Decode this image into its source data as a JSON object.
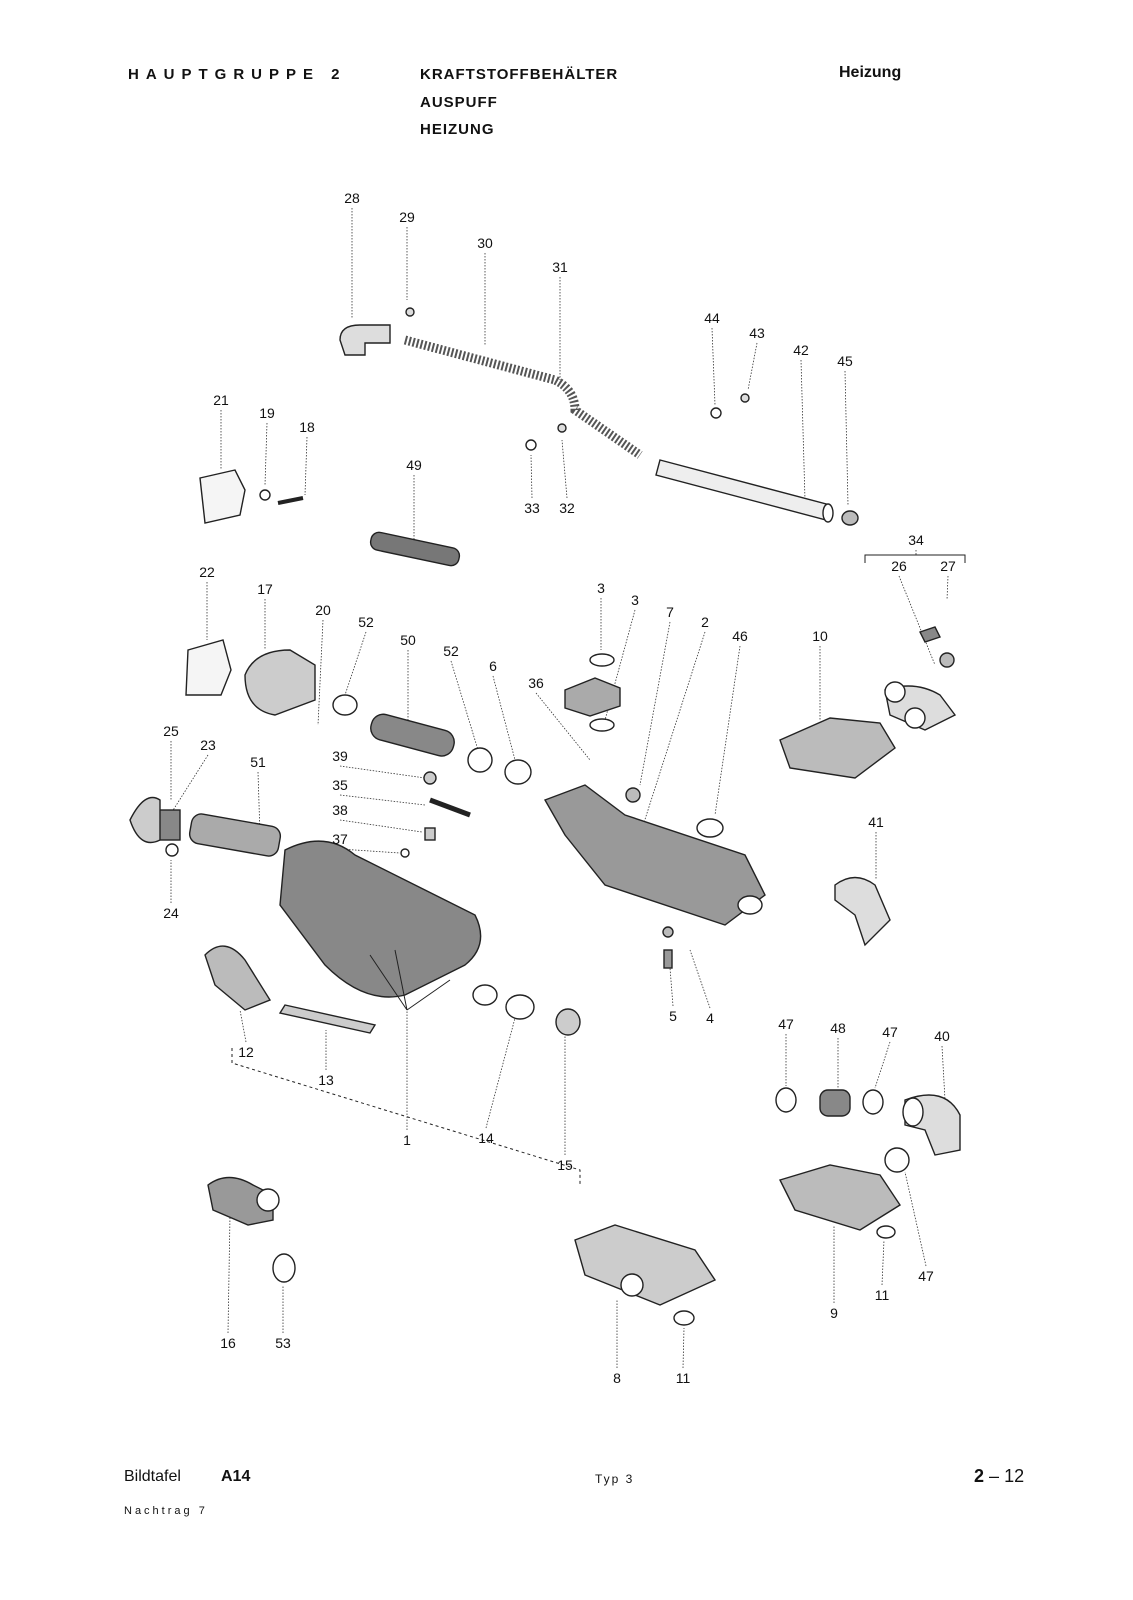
{
  "header": {
    "group": "HAUPTGRUPPE 2",
    "titles": [
      "KRAFTSTOFFBEHÄLTER",
      "AUSPUFF",
      "HEIZUNG"
    ],
    "section": "Heizung"
  },
  "footer": {
    "plate_label": "Bildtafel",
    "plate_number": "A14",
    "type": "Typ 3",
    "page_group": "2",
    "page_sep": "–",
    "page_number": "12",
    "supplement": "Nachtrag 7"
  },
  "part_labels": [
    "28",
    "29",
    "30",
    "31",
    "44",
    "43",
    "42",
    "45",
    "21",
    "19",
    "18",
    "49",
    "33",
    "32",
    "34",
    "26",
    "27",
    "22",
    "17",
    "3",
    "3",
    "20",
    "52",
    "7",
    "2",
    "46",
    "10",
    "50",
    "52",
    "6",
    "36",
    "25",
    "23",
    "51",
    "39",
    "35",
    "38",
    "37",
    "41",
    "24",
    "5",
    "4",
    "47",
    "48",
    "47",
    "40",
    "12",
    "13",
    "14",
    "1",
    "15",
    "11",
    "47",
    "9",
    "16",
    "53",
    "8",
    "11"
  ]
}
